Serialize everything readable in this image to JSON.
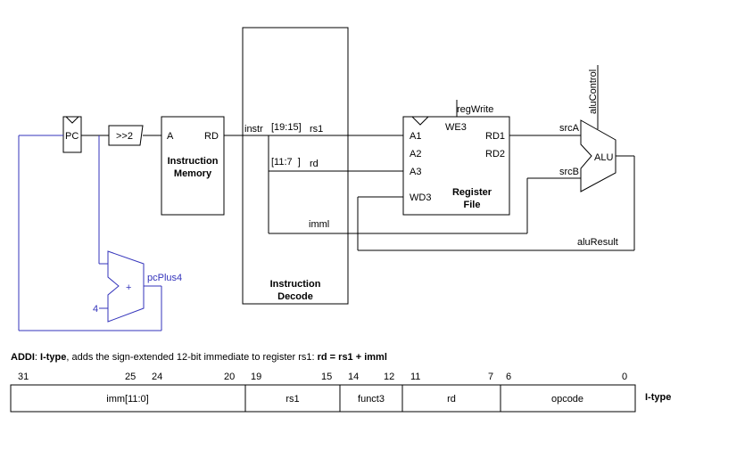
{
  "diagram": {
    "pc_label": "PC",
    "shift_label": ">>2",
    "imem": {
      "a": "A",
      "rd": "RD",
      "title1": "Instruction",
      "title2": "Memory"
    },
    "instr_label": "instr",
    "field_19_15": "[19:15]",
    "field_11_7": "[11:7  ]",
    "rs1_label": "rs1",
    "rd_label": "rd",
    "imml_label": "imml",
    "decode": {
      "title1": "Instruction",
      "title2": "Decode"
    },
    "regfile": {
      "a1": "A1",
      "a2": "A2",
      "a3": "A3",
      "wd3": "WD3",
      "we3": "WE3",
      "rd1": "RD1",
      "rd2": "RD2",
      "title1": "Register",
      "title2": "File"
    },
    "regwrite_label": "regWrite",
    "srca_label": "srcA",
    "srcb_label": "srcB",
    "alu_label": "ALU",
    "alucontrol_label": "aluControl",
    "aluresult_label": "aluResult",
    "adder": {
      "plus": "+",
      "four": "4",
      "out_label": "pcPlus4"
    },
    "wire_color": "#000000",
    "pc_path_color": "#3333bb"
  },
  "caption": {
    "instr_name": "ADDI",
    "sep1": ": ",
    "type_name": "I-type",
    "desc": ", adds the sign-extended 12-bit immediate to register rs1: ",
    "formula": "rd = rs1 + imml"
  },
  "encoding": {
    "bit_numbers": [
      "31",
      "25",
      "24",
      "20",
      "19",
      "15",
      "14",
      "12",
      "11",
      "7",
      "6",
      "0"
    ],
    "fields": [
      "imm[11:0]",
      "rs1",
      "funct3",
      "rd",
      "opcode"
    ],
    "type_label": "I-type"
  }
}
